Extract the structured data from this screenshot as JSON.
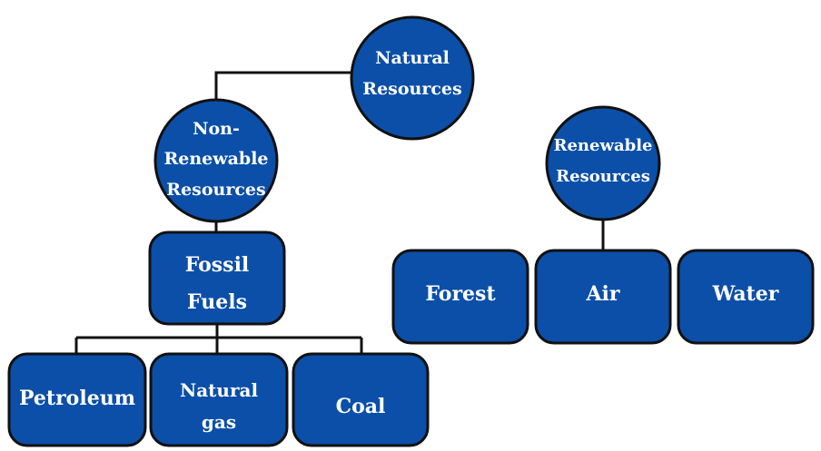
{
  "nodes": {
    "natural": {
      "line1": "Natural",
      "line2": "Resources"
    },
    "nonrenewable": {
      "line1": "Non-",
      "line2": "Renewable",
      "line3": "Resources"
    },
    "renewable": {
      "line1": "Renewable",
      "line2": "Resources"
    },
    "fossil": {
      "line1": "Fossil",
      "line2": "Fuels"
    },
    "petroleum": {
      "label": "Petroleum"
    },
    "naturalgas": {
      "line1": "Natural",
      "line2": "gas"
    },
    "coal": {
      "label": "Coal"
    },
    "forest": {
      "label": "Forest"
    },
    "air": {
      "label": "Air"
    },
    "water": {
      "label": "Water"
    }
  },
  "colors": {
    "node_fill": "#0b4fa8",
    "stroke": "#111111"
  }
}
